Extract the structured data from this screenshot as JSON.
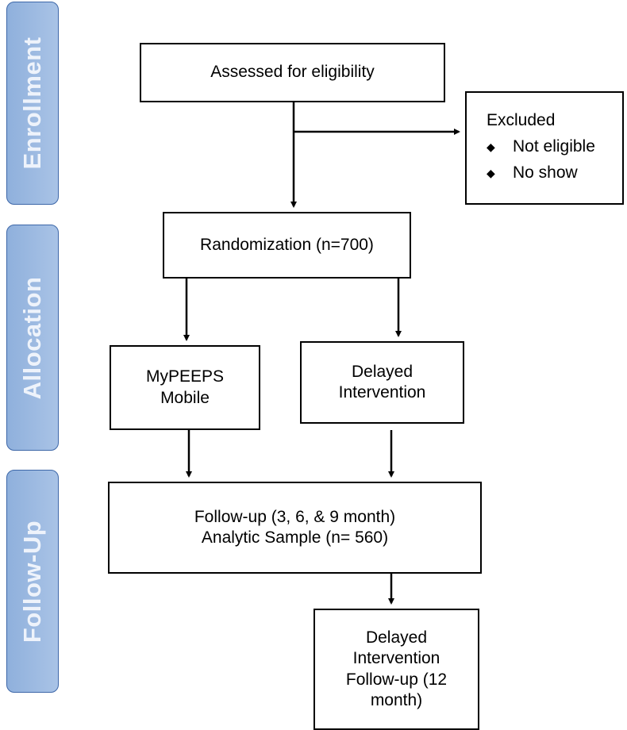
{
  "phases": {
    "enrollment": "Enrollment",
    "allocation": "Allocation",
    "follow_up": "Follow-Up"
  },
  "boxes": {
    "assessed": "Assessed for eligibility",
    "excluded": {
      "title": "Excluded",
      "items": [
        "Not eligible",
        "No show"
      ]
    },
    "randomization": "Randomization (n=700)",
    "mypeeps": [
      "MyPEEPS",
      "Mobile"
    ],
    "delayed": [
      "Delayed",
      "Intervention"
    ],
    "follow_up": [
      "Follow-up (3, 6, & 9 month)",
      "Analytic Sample (n= 560)"
    ],
    "delayed_follow_up": [
      "Delayed",
      "Intervention",
      "Follow-up (12",
      "month)"
    ]
  },
  "colors": {
    "phase_fill": "#9bb8e0",
    "phase_border": "#3d67a8",
    "phase_text": "#eef3fb"
  }
}
